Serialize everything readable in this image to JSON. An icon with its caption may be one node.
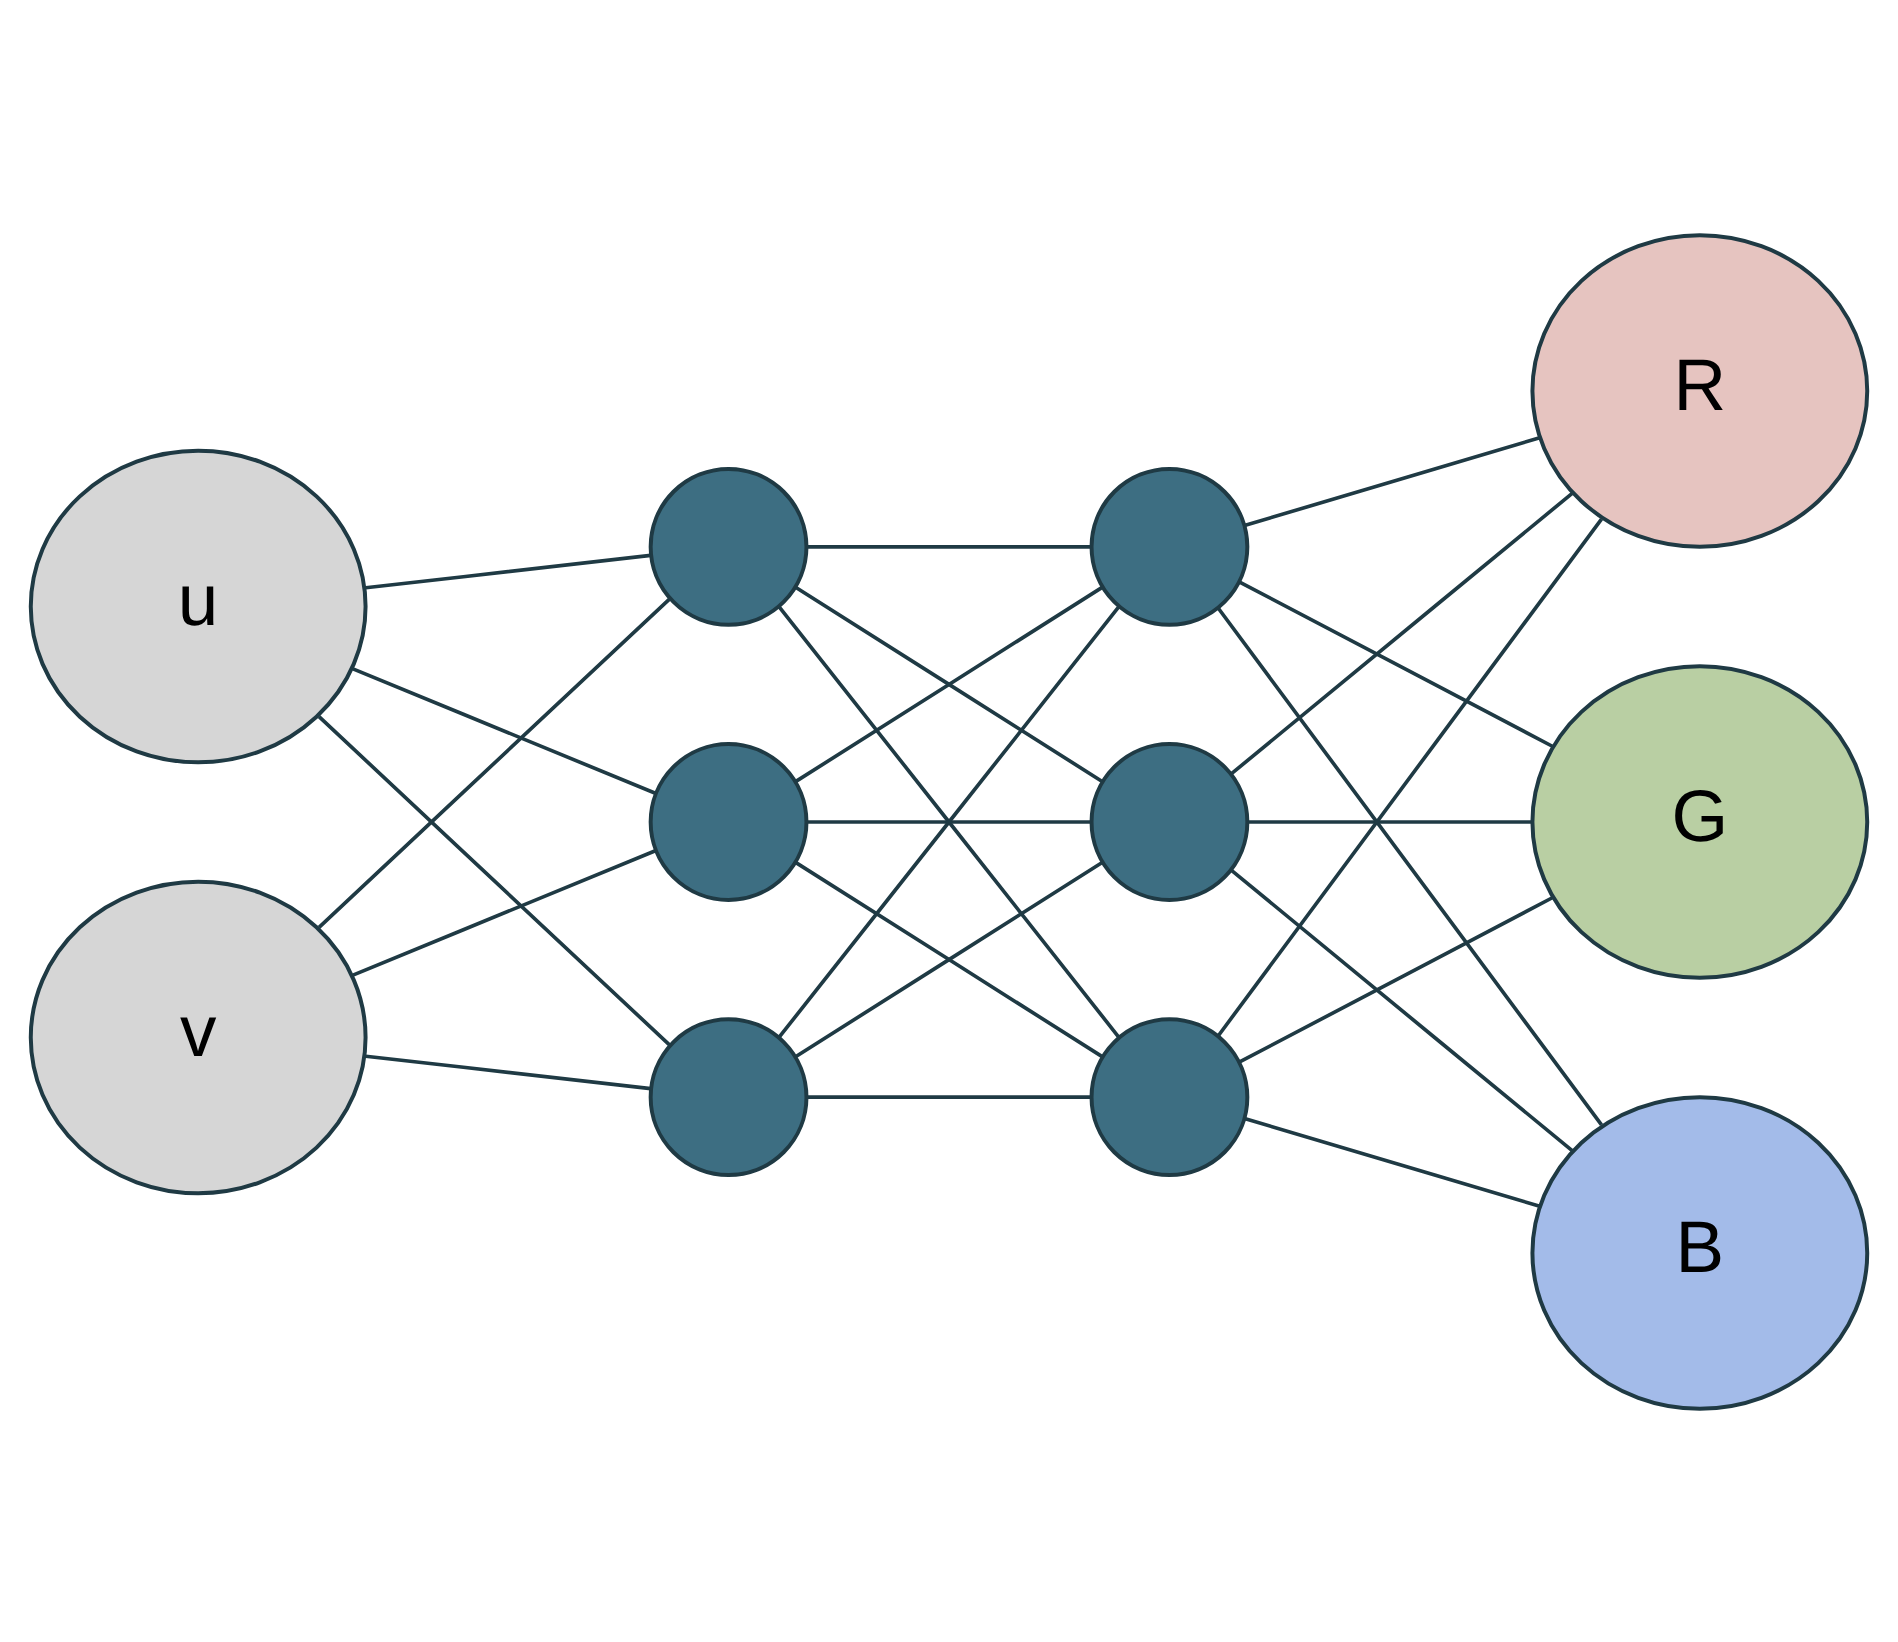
{
  "diagram": {
    "nodes": [
      {
        "text": [
          "u"
        ]
      },
      {
        "text": [
          "v"
        ]
      },
      {
        "text": [],
        "shape": "circle"
      },
      {
        "text": [],
        "shape": "circle"
      },
      {
        "text": [],
        "shape": "circle"
      },
      {
        "text": [],
        "shape": "circle"
      },
      {
        "text": [],
        "shape": "circle"
      },
      {
        "text": [],
        "shape": "circle"
      },
      {
        "text": [
          "R"
        ]
      },
      {
        "text": [
          "G"
        ]
      },
      {
        "text": [
          "B"
        ]
      }
    ],
    "edges": [
      {
        "from": 0,
        "to": 2,
        "arrow": "none"
      },
      {
        "from": 0,
        "to": 3,
        "arrow": "none"
      },
      {
        "from": 0,
        "to": 4,
        "arrow": "none"
      },
      {
        "from": 1,
        "to": 2,
        "arrow": "none"
      },
      {
        "from": 1,
        "to": 3,
        "arrow": "none"
      },
      {
        "from": 1,
        "to": 4,
        "arrow": "none"
      },
      {
        "from": 2,
        "to": 5,
        "arrow": "none"
      },
      {
        "from": 2,
        "to": 6,
        "arrow": "none"
      },
      {
        "from": 2,
        "to": 7,
        "arrow": "none"
      },
      {
        "from": 3,
        "to": 5,
        "arrow": "none"
      },
      {
        "from": 3,
        "to": 6,
        "arrow": "none"
      },
      {
        "from": 3,
        "to": 7,
        "arrow": "none"
      },
      {
        "from": 4,
        "to": 5,
        "arrow": "none"
      },
      {
        "from": 4,
        "to": 6,
        "arrow": "none"
      },
      {
        "from": 4,
        "to": 7,
        "arrow": "none"
      },
      {
        "from": 5,
        "to": 8,
        "arrow": "none"
      },
      {
        "from": 5,
        "to": 9,
        "arrow": "none"
      },
      {
        "from": 5,
        "to": 10,
        "arrow": "none"
      },
      {
        "from": 6,
        "to": 8,
        "arrow": "none"
      },
      {
        "from": 6,
        "to": 9,
        "arrow": "none"
      },
      {
        "from": 6,
        "to": 10,
        "arrow": "none"
      },
      {
        "from": 7,
        "to": 8,
        "arrow": "none"
      },
      {
        "from": 7,
        "to": 9,
        "arrow": "none"
      },
      {
        "from": 7,
        "to": 10,
        "arrow": "none"
      }
    ]
  }
}
